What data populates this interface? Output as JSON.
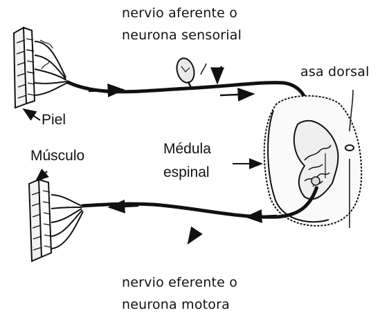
{
  "labels": {
    "afferent_line1": "nervio aferente o",
    "afferent_line2": "neurona sensorial",
    "dorsal_horn": "asa dorsal",
    "skin": "Piel",
    "muscle": "Músculo",
    "spinal_cord_line1": "Médula",
    "spinal_cord_line2": "espinal",
    "efferent_line1": "nervio eferente o",
    "efferent_line2": "neurona motora"
  },
  "colors": {
    "ink": "#111111",
    "background": "#ffffff"
  }
}
